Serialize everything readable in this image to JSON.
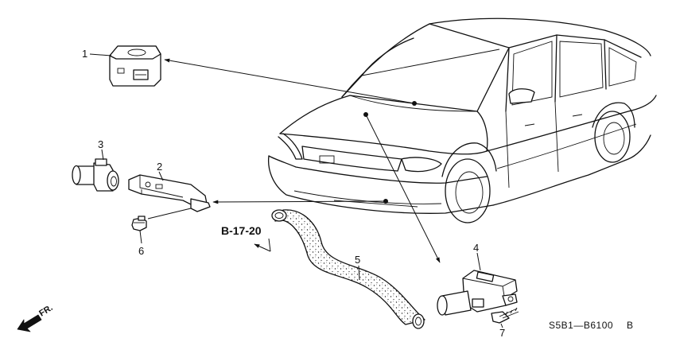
{
  "parts": [
    {
      "no": "1"
    },
    {
      "no": "2"
    },
    {
      "no": "3"
    },
    {
      "no": "4"
    },
    {
      "no": "5"
    },
    {
      "no": "6"
    },
    {
      "no": "7"
    }
  ],
  "reference": "B-17-20",
  "direction": "FR.",
  "diagram_code": "S5B1—B6100",
  "diagram_rev": "B"
}
